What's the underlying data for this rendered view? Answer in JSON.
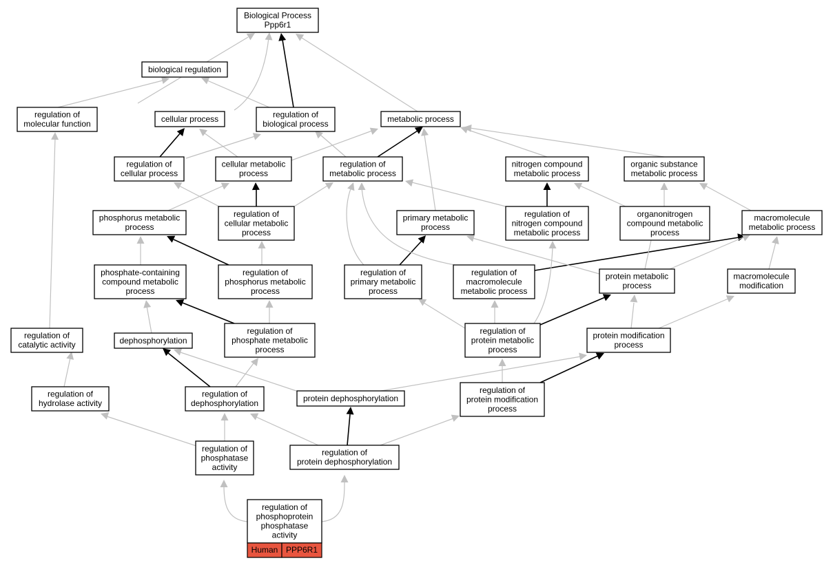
{
  "nodes": {
    "bp_root": [
      "Biological Process",
      "Ppp6r1"
    ],
    "biological_regulation": [
      "biological regulation"
    ],
    "regulation_of_molecular_function": [
      "regulation of",
      "molecular function"
    ],
    "cellular_process": [
      "cellular process"
    ],
    "regulation_of_biological_process": [
      "regulation of",
      "biological process"
    ],
    "metabolic_process": [
      "metabolic process"
    ],
    "regulation_of_cellular_process": [
      "regulation of",
      "cellular process"
    ],
    "cellular_metabolic_process": [
      "cellular metabolic",
      "process"
    ],
    "regulation_of_metabolic_process": [
      "regulation of",
      "metabolic process"
    ],
    "nitrogen_compound_metabolic_process": [
      "nitrogen compound",
      "metabolic process"
    ],
    "organic_substance_metabolic_process": [
      "organic substance",
      "metabolic process"
    ],
    "phosphorus_metabolic_process": [
      "phosphorus metabolic",
      "process"
    ],
    "regulation_of_cellular_metabolic_process": [
      "regulation of",
      "cellular metabolic",
      "process"
    ],
    "primary_metabolic_process": [
      "primary metabolic",
      "process"
    ],
    "regulation_of_nitrogen_compound_metabolic_process": [
      "regulation of",
      "nitrogen compound",
      "metabolic process"
    ],
    "organonitrogen_compound_metabolic_process": [
      "organonitrogen",
      "compound metabolic",
      "process"
    ],
    "macromolecule_metabolic_process": [
      "macromolecule",
      "metabolic process"
    ],
    "phosphate_containing_compound_metabolic_process": [
      "phosphate-containing",
      "compound metabolic",
      "process"
    ],
    "regulation_of_phosphorus_metabolic_process": [
      "regulation of",
      "phosphorus metabolic",
      "process"
    ],
    "regulation_of_primary_metabolic_process": [
      "regulation of",
      "primary metabolic",
      "process"
    ],
    "regulation_of_macromolecule_metabolic_process": [
      "regulation of",
      "macromolecule",
      "metabolic process"
    ],
    "protein_metabolic_process": [
      "protein metabolic",
      "process"
    ],
    "macromolecule_modification": [
      "macromolecule",
      "modification"
    ],
    "regulation_of_catalytic_activity": [
      "regulation of",
      "catalytic activity"
    ],
    "dephosphorylation": [
      "dephosphorylation"
    ],
    "regulation_of_phosphate_metabolic_process": [
      "regulation of",
      "phosphate metabolic",
      "process"
    ],
    "regulation_of_protein_metabolic_process": [
      "regulation of",
      "protein metabolic",
      "process"
    ],
    "protein_modification_process": [
      "protein modification",
      "process"
    ],
    "regulation_of_hydrolase_activity": [
      "regulation of",
      "hydrolase activity"
    ],
    "regulation_of_dephosphorylation": [
      "regulation of",
      "dephosphorylation"
    ],
    "protein_dephosphorylation": [
      "protein dephosphorylation"
    ],
    "regulation_of_protein_modification_process": [
      "regulation of",
      "protein modification",
      "process"
    ],
    "regulation_of_phosphatase_activity": [
      "regulation of",
      "phosphatase",
      "activity"
    ],
    "regulation_of_protein_dephosphorylation": [
      "regulation of",
      "protein dephosphorylation"
    ],
    "regulation_of_phosphoprotein_phosphatase_activity": [
      "regulation of",
      "phosphoprotein",
      "phosphatase",
      "activity"
    ]
  },
  "annotation": {
    "species": "Human",
    "gene": "PPP6R1",
    "color": "#e8553f"
  },
  "edge_colors": {
    "regulates": "#000000",
    "is_a": "#c0c0c0"
  }
}
